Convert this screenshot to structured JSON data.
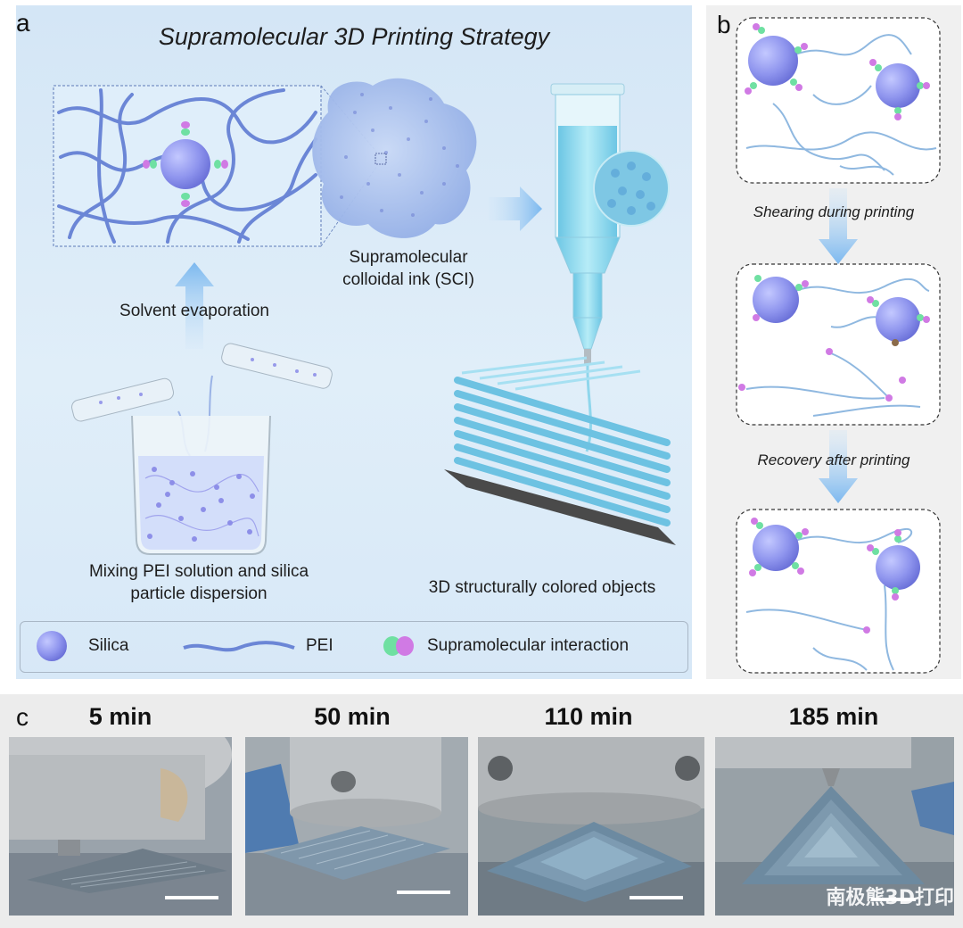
{
  "panel_a": {
    "letter": "a",
    "title": "Supramolecular 3D Printing Strategy",
    "ink_label_line1": "Supramolecular",
    "ink_label_line2": "colloidal ink (SCI)",
    "evaporation_label": "Solvent evaporation",
    "mixing_label_line1": "Mixing PEI solution and silica",
    "mixing_label_line2": "particle dispersion",
    "objects_label": "3D structurally colored objects",
    "legend": {
      "silica": "Silica",
      "pei": "PEI",
      "interaction": "Supramolecular interaction"
    }
  },
  "panel_b": {
    "letter": "b",
    "shearing_label": "Shearing during printing",
    "recovery_label": "Recovery after printing"
  },
  "panel_c": {
    "letter": "c",
    "times": [
      "5 min",
      "50 min",
      "110 min",
      "185 min"
    ]
  },
  "watermark": "南极熊3D打印",
  "colors": {
    "particle": "#8f95ee",
    "pei_chain": "#6b86d6",
    "interaction_green": "#6fe0a2",
    "interaction_pink": "#d07ae4",
    "arrow_blue": "#8ec3f2",
    "ink_cyan": "#8fd6ec"
  }
}
